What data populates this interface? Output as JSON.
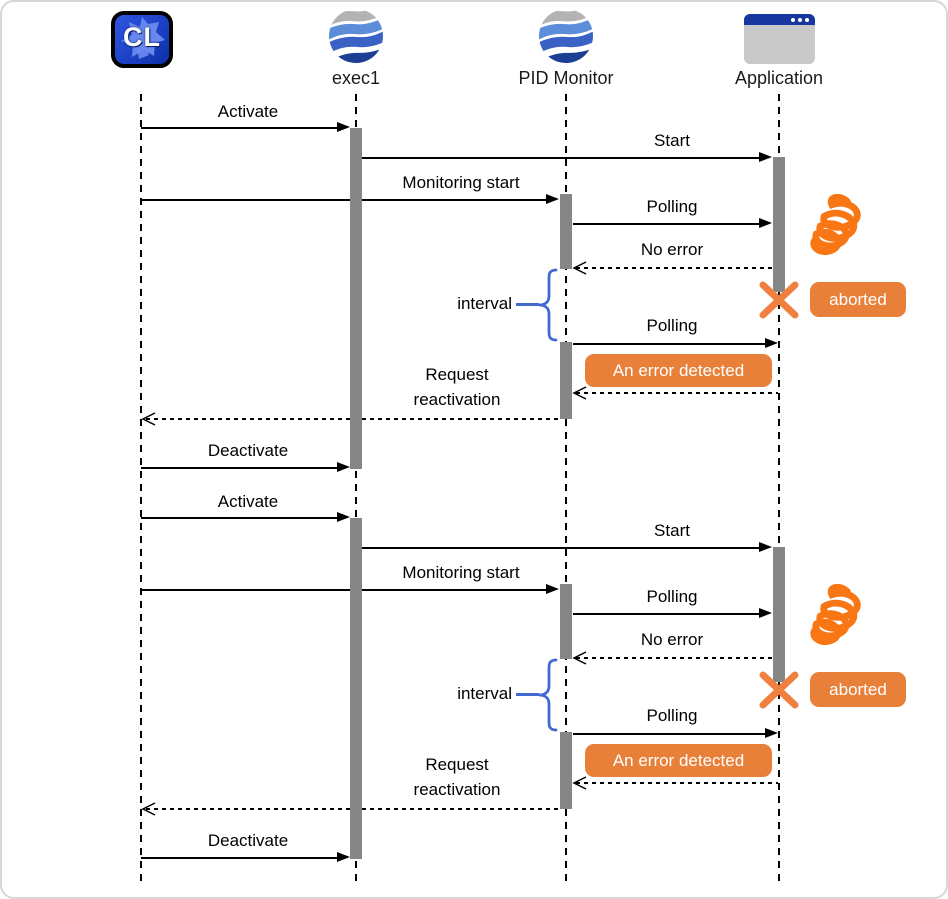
{
  "diagram_type": "uml-sequence",
  "repeat_count": 2,
  "participants": [
    {
      "id": "cl",
      "label": "",
      "icon": "cl-logo-icon",
      "badge_text": "CL"
    },
    {
      "id": "exec1",
      "label": "exec1",
      "icon": "globe-waves-icon"
    },
    {
      "id": "pid",
      "label": "PID Monitor",
      "icon": "globe-waves-icon"
    },
    {
      "id": "app",
      "label": "Application",
      "icon": "app-window-icon"
    }
  ],
  "messages": {
    "activate": "Activate",
    "start": "Start",
    "monitoring_start": "Monitoring start",
    "polling": "Polling",
    "no_error": "No error",
    "request_reactivation": "Request reactivation",
    "deactivate": "Deactivate"
  },
  "annotations": {
    "interval": "interval",
    "aborted": "aborted",
    "error_detected": "An error detected"
  },
  "colors": {
    "annotation_box_orange": "#e8803a",
    "doodle_orange": "#f87613",
    "activation_bar_gray": "#868686",
    "interval_brace_blue": "#4169d0",
    "lifeline_black": "#000000",
    "icon_navy": "#1c3f94",
    "icon_blue_mid": "#3a62c4",
    "icon_blue_light": "#5b8dd9",
    "icon_gray": "#b3b3b3",
    "window_titlebar_blue": "#17379e"
  }
}
